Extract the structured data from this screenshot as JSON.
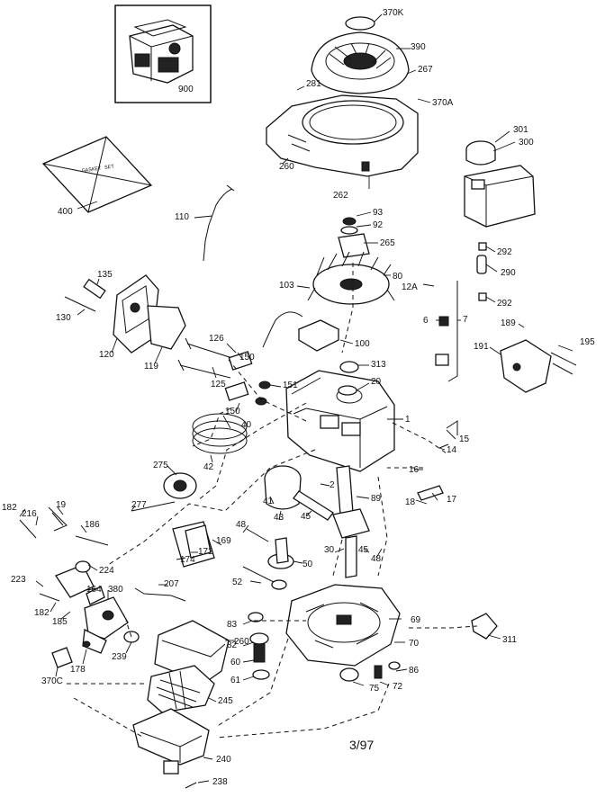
{
  "labels": {
    "p370K": "370K",
    "p390": "390",
    "p267": "267",
    "p281": "281",
    "p370A": "370A",
    "p260": "260",
    "p262": "262",
    "p900": "900",
    "p400": "400",
    "p301": "301",
    "p300": "300",
    "p110": "110",
    "p93": "93",
    "p92": "92",
    "p265": "265",
    "p292a": "292",
    "p290": "290",
    "p292b": "292",
    "p135": "135",
    "p130": "130",
    "p120": "120",
    "p119": "119",
    "p103": "103",
    "p80": "80",
    "p12A": "12A",
    "p6": "6",
    "p7": "7",
    "p189": "189",
    "p191": "191",
    "p195": "195",
    "p100": "100",
    "p126": "126",
    "p150a": "150",
    "p125": "125",
    "p313": "313",
    "p151": "151",
    "p20": "20",
    "p150b": "150",
    "p40": "40",
    "p1": "1",
    "p15": "15",
    "p14": "14",
    "p42": "42",
    "p275": "275",
    "p16": "16",
    "p18": "18",
    "p17": "17",
    "p2": "2",
    "p89": "89",
    "p41": "41",
    "p277": "277",
    "p43": "43",
    "p45a": "45",
    "p182a": "182",
    "p216": "216",
    "p19": "19",
    "p186": "186",
    "p48a": "48",
    "p169": "169",
    "p172": "172",
    "p30": "30",
    "p45b": "45",
    "p48b": "48",
    "p174": "174",
    "p224": "224",
    "p50": "50",
    "p223": "223",
    "p164": "164",
    "p380": "380",
    "p207": "207",
    "p52": "52",
    "p182b": "182",
    "p185": "185",
    "p69": "69",
    "p83": "83",
    "p311": "311",
    "p260b": "260",
    "p82": "82",
    "p70": "70",
    "p239": "239",
    "p178": "178",
    "p370C": "370C",
    "p60": "60",
    "p61": "61",
    "p86": "86",
    "p75": "75",
    "p72": "72",
    "p245": "245",
    "p240": "240",
    "p238": "238"
  },
  "box_text": "GASKET SET",
  "date_code": "3/97"
}
